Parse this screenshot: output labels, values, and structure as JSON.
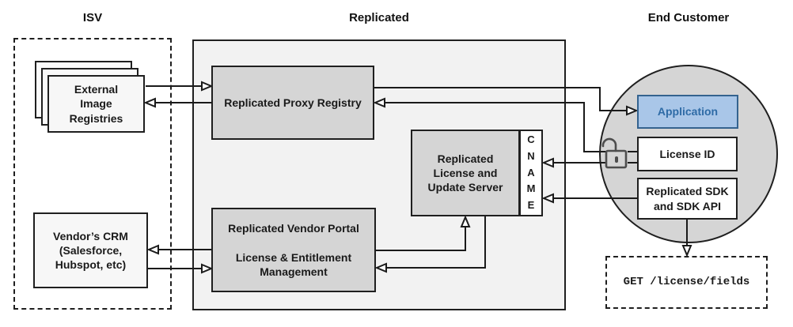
{
  "diagram": {
    "sections": {
      "isv": "ISV",
      "replicated": "Replicated",
      "end_customer": "End Customer"
    },
    "nodes": {
      "external_image_registries": "External\nImage\nRegistries",
      "vendors_crm": "Vendor’s CRM\n(Salesforce,\nHubspot, etc)",
      "proxy_registry": "Replicated Proxy Registry",
      "license_update_server": "Replicated\nLicense and\nUpdate Server",
      "cname": "C\nN\nA\nM\nE",
      "vendor_portal": "Replicated Vendor Portal\n\nLicense & Entitlement\nManagement",
      "application": "Application",
      "license_id": "License ID",
      "replicated_sdk": "Replicated SDK\nand SDK API",
      "get_endpoint": "GET /license/fields"
    },
    "icons": {
      "padlock": "unlocked-padlock"
    },
    "colors": {
      "node_gray": "#d5d5d5",
      "container_gray": "#f2f2f2",
      "app_fill": "#a9c6e8",
      "app_border": "#34638f",
      "app_text": "#2e6ba6",
      "line": "#1a1a1a"
    }
  }
}
